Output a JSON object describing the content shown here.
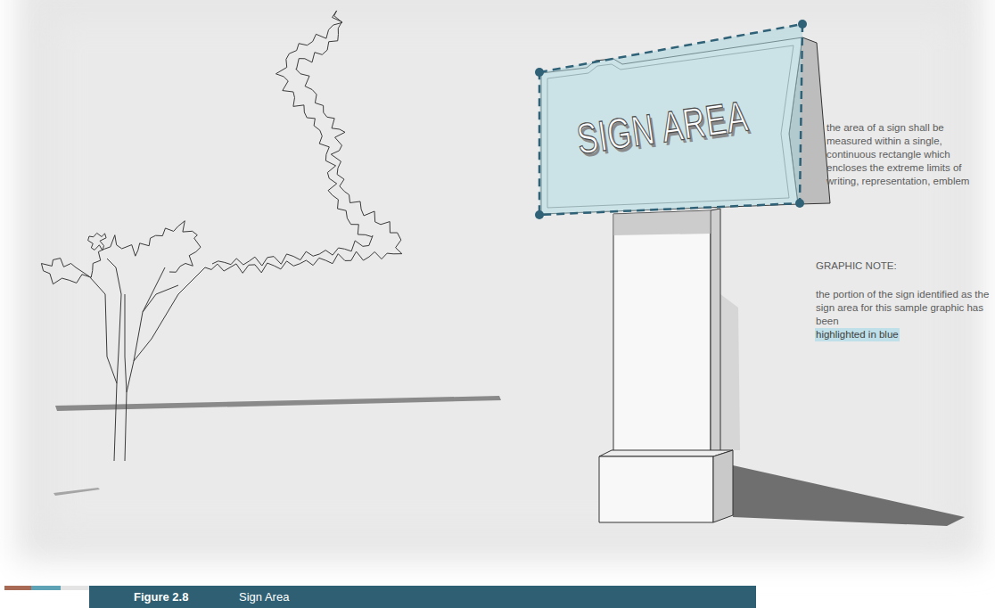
{
  "diagram": {
    "caption": "Sign Area",
    "nodes": [
      {
        "text": [
          "SIGN AREA"
        ]
      }
    ],
    "labels": [
      "the area of a sign shall be measured within a single, continuous rectangle which encloses the extreme limits of writing, representation, emblem",
      "GRAPHIC NOTE:",
      "the portion of the sign identified as the sign area for this sample graphic has been",
      "highlighted in blue",
      "Figure 2.8"
    ]
  }
}
